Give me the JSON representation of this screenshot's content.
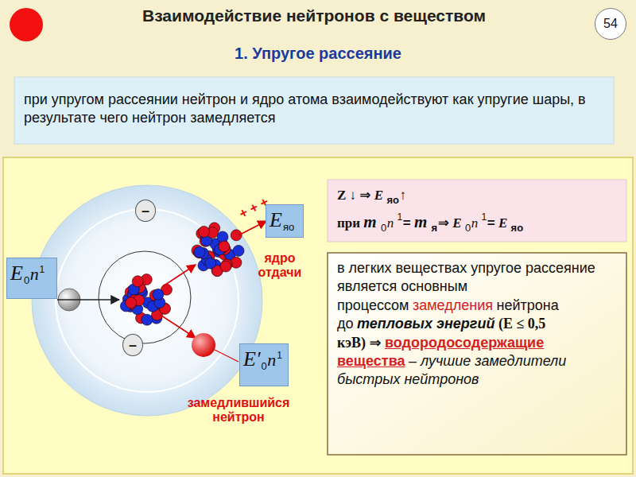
{
  "diagram": {
    "title": "Взаимодействие нейтронов с веществом",
    "nodes": [
      {
        "text": [
          "54"
        ]
      },
      {
        "text": [
          "при упругом рассеянии нейтрон и ядро атома взаимодействуют как упругие шары, в результате чего нейтрон замедляется"
        ]
      },
      {
        "text": [
          "E",
          "яо"
        ]
      },
      {
        "text": [
          "–"
        ]
      },
      {
        "text": [
          "Z",
          "↓",
          "⇒",
          "E",
          "яо",
          "↑",
          "при",
          "m",
          "0",
          "n",
          "1",
          "=",
          "m",
          "я",
          "⇒",
          "E",
          "0",
          "n",
          "1",
          "=",
          "E",
          "яо"
        ]
      },
      {
        "text": [
          "E",
          "0",
          "n",
          "1"
        ]
      },
      {
        "text": [
          "в легких веществах упругое рассеяние является основным процессом",
          "замедления",
          "нейтрона до",
          "тепловых энергий",
          "(E ≤ 0,5 кэВ)",
          "⇒",
          "водородосодержащие вещества",
          "– лучшие замедлители быстрых нейтронов"
        ]
      },
      {
        "text": [
          "–"
        ]
      },
      {
        "text": [
          "E′",
          "0",
          "n",
          "1"
        ]
      }
    ],
    "labels": [
      "1. Упругое рассеяние",
      "+ + +",
      "ядро отдачи",
      "замедлившийся нейтрон"
    ]
  }
}
